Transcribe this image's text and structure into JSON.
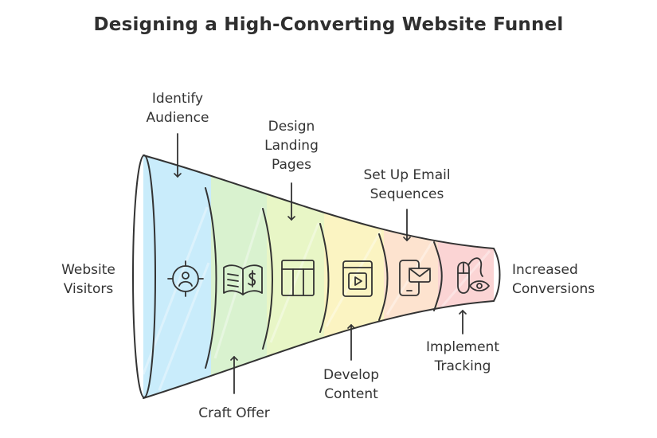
{
  "title": "Designing a High-Converting Website Funnel",
  "start_label": [
    "Website",
    "Visitors"
  ],
  "end_label": [
    "Increased",
    "Conversions"
  ],
  "stages": [
    {
      "label": [
        "Identify",
        "Audience"
      ],
      "icon": "target-user-icon",
      "color": "#c9ecfb"
    },
    {
      "label": [
        "Craft Offer"
      ],
      "icon": "open-book-dollar-icon",
      "color": "#d9f2cf"
    },
    {
      "label": [
        "Design",
        "Landing",
        "Pages"
      ],
      "icon": "layout-template-icon",
      "color": "#e8f6c6"
    },
    {
      "label": [
        "Develop",
        "Content"
      ],
      "icon": "video-content-icon",
      "color": "#fbf4c2"
    },
    {
      "label": [
        "Set Up Email",
        "Sequences"
      ],
      "icon": "mobile-email-icon",
      "color": "#fde3cf"
    },
    {
      "label": [
        "Implement",
        "Tracking"
      ],
      "icon": "mouse-eye-icon",
      "color": "#fbd4d4"
    }
  ]
}
